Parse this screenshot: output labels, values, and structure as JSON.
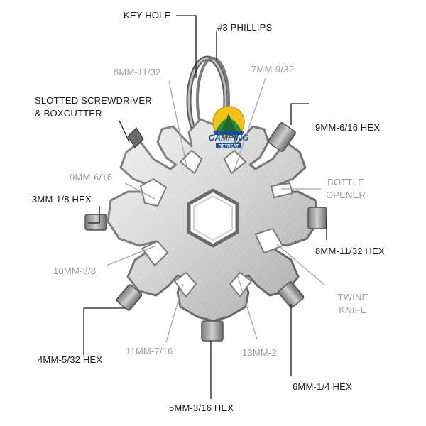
{
  "brand": {
    "name": "CAMPING",
    "sub": "RETREAT"
  },
  "labels": {
    "key_hole": "KEY HOLE",
    "phillips": "#3 PHILLIPS",
    "mm8_top": "8MM-11/32",
    "mm7_top": "7MM-9/32",
    "slotted_1": "SLOTTED SCREWDRIVER",
    "slotted_2": "& BOXCUTTER",
    "hex9_right": "9MM-6/16 HEX",
    "mm9_left": "9MM-6/16",
    "bottle_1": "BOTTLE",
    "bottle_2": "OPENER",
    "hex3_left": "3MM-1/8 HEX",
    "hex8_right": "8MM-11/32 HEX",
    "mm10_left": "10MM-3/8",
    "twine_1": "TWINE",
    "twine_2": "KNIFE",
    "hex4_left": "4MM-5/32 HEX",
    "mm11_bottom": "11MM-7/16",
    "mm13_bottom": "13MM-2",
    "hex6_bottom": "6MM-1/4 HEX",
    "hex5_bottom": "5MM-3/16 HEX"
  },
  "colors": {
    "dark_text": "#1a1a1a",
    "gray_text": "#9d9d9d",
    "steel_light": "#e3e3e3",
    "steel_mid": "#bdbdbd",
    "steel_dark": "#6e6e6e",
    "badge_green": "#2e8b3a",
    "badge_blue": "#1b4f9c",
    "badge_yellow": "#f3c21a"
  }
}
